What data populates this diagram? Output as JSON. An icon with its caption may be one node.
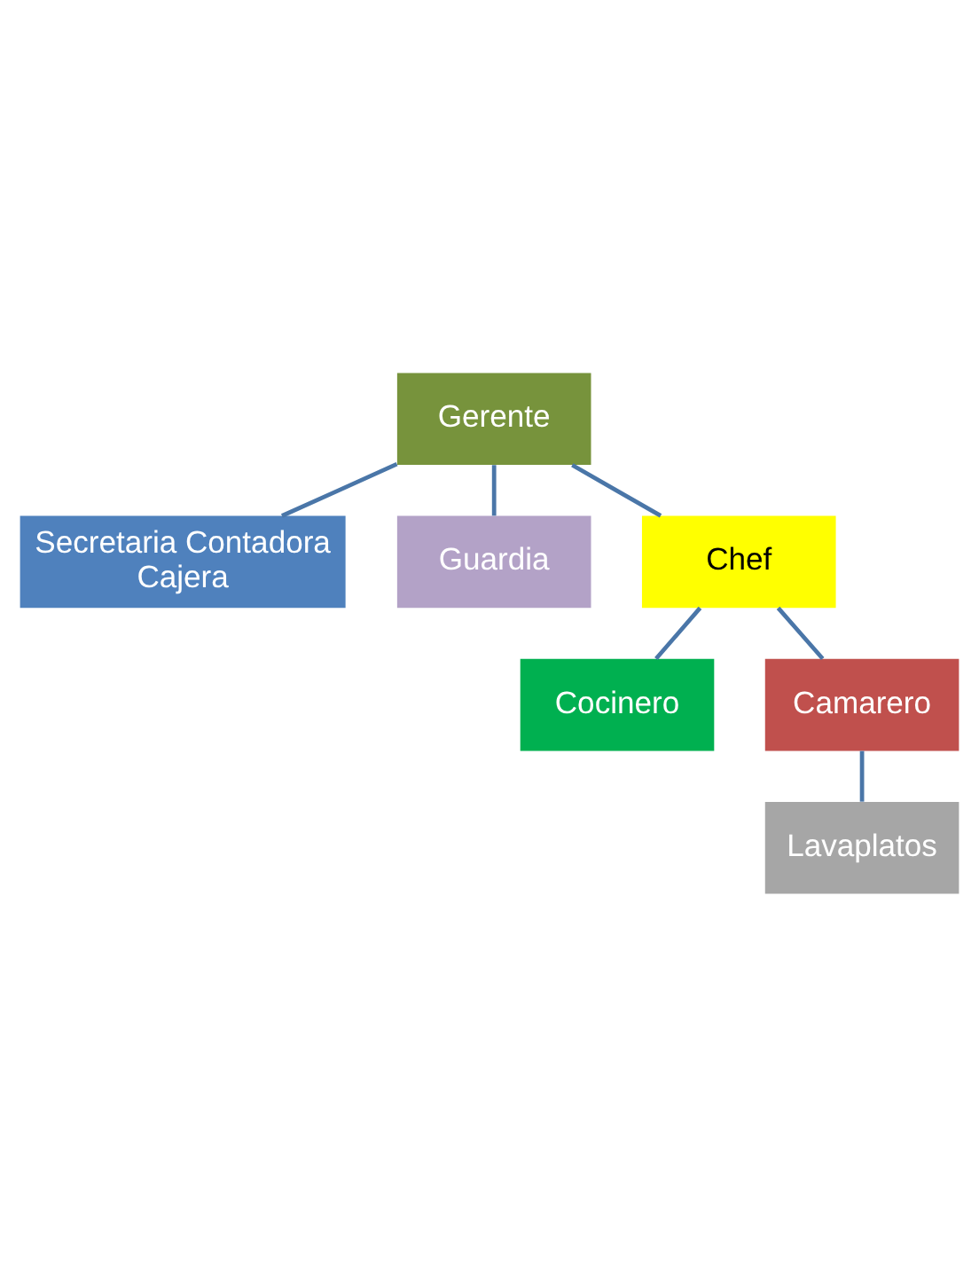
{
  "diagram": {
    "nodes": [
      {
        "text": [
          "Gerente"
        ]
      },
      {
        "text": [
          "Secretaria Contadora",
          "Cajera"
        ]
      },
      {
        "text": [
          "Guardia"
        ]
      },
      {
        "text": [
          "Chef"
        ]
      },
      {
        "text": [
          "Cocinero"
        ]
      },
      {
        "text": [
          "Camarero"
        ]
      },
      {
        "text": [
          "Lavaplatos"
        ]
      }
    ],
    "edges": [
      {
        "from": 0,
        "to": 1,
        "arrow": "none"
      },
      {
        "from": 0,
        "to": 2,
        "arrow": "none"
      },
      {
        "from": 0,
        "to": 3,
        "arrow": "none"
      },
      {
        "from": 3,
        "to": 4,
        "arrow": "none"
      },
      {
        "from": 3,
        "to": 5,
        "arrow": "none"
      },
      {
        "from": 5,
        "to": 6,
        "arrow": "none"
      }
    ]
  }
}
